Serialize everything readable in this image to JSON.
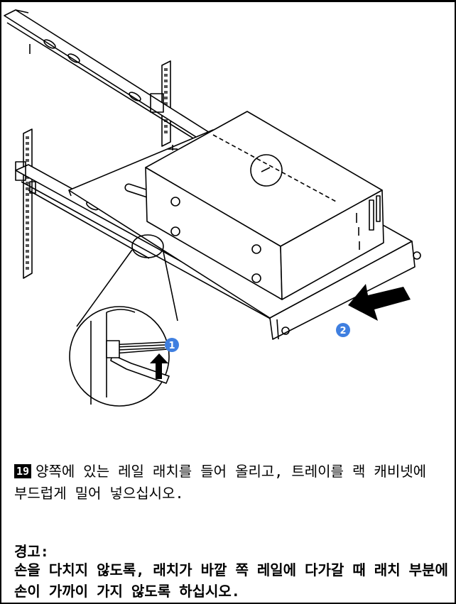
{
  "step": {
    "number": "19",
    "text": "양쪽에 있는 레일 래치를 들어 올리고, 트레이를 랙 캐비넷에 부드럽게 밀어 넣으십시오."
  },
  "warning": {
    "title": "경고:",
    "text": "손을 다치지 않도록, 래치가 바깥 쪽 레일에 다가갈 때 래치 부분에 손이 가까이 가지 않도록 하십시오."
  },
  "callouts": [
    "1",
    "2"
  ],
  "colors": {
    "callout_blue": "#3f7fe0",
    "line": "#000000",
    "background": "#ffffff"
  }
}
